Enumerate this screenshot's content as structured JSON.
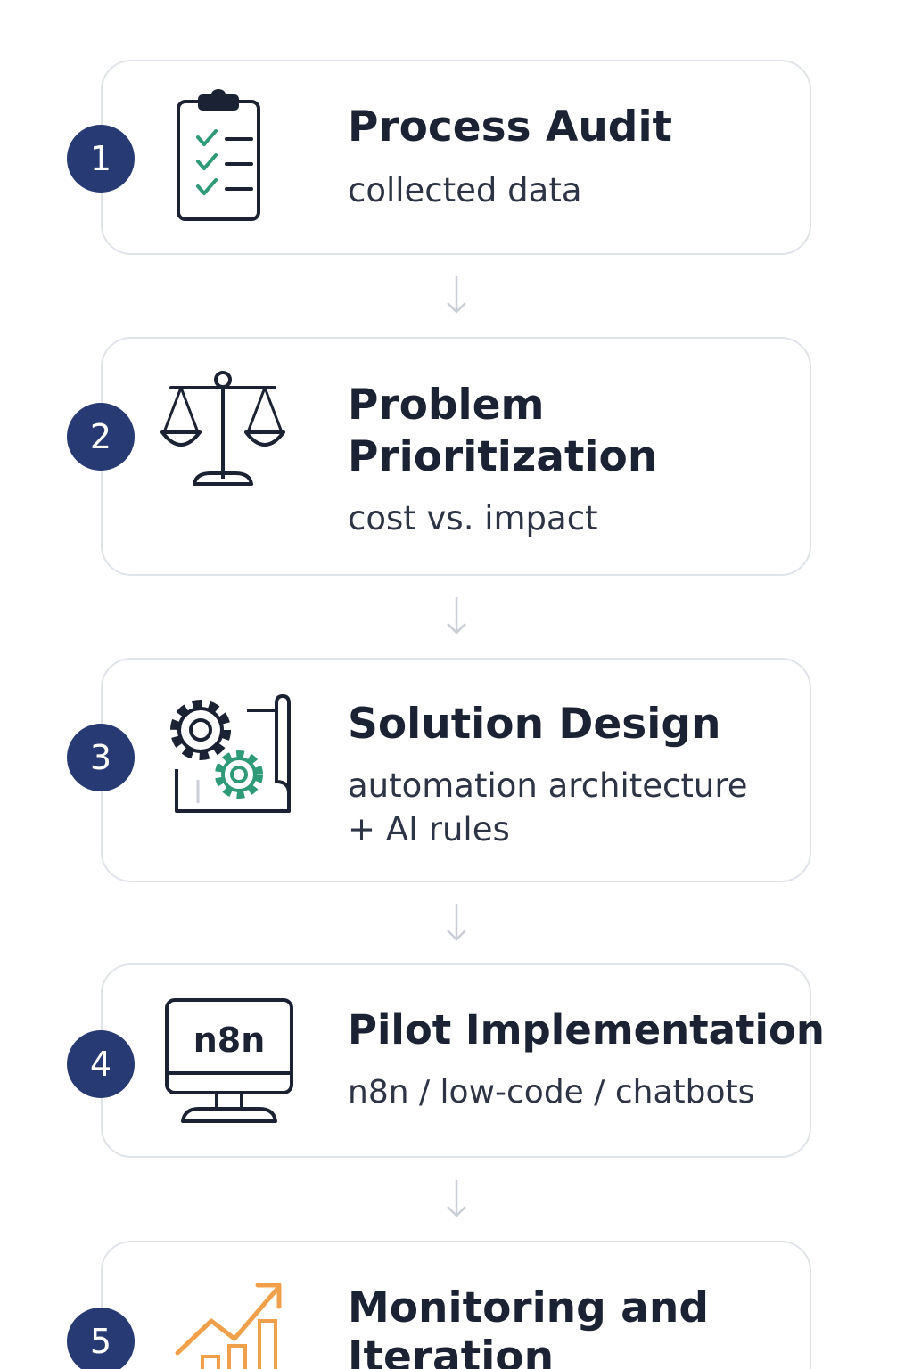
{
  "steps": [
    {
      "number": "1",
      "title_lines": [
        "Process Audit"
      ],
      "subtitle_lines": [
        "collected data"
      ],
      "icon": "clipboard-checklist-icon"
    },
    {
      "number": "2",
      "title_lines": [
        "Problem",
        "Prioritization"
      ],
      "subtitle_lines": [
        "cost vs. impact"
      ],
      "icon": "balance-scale-icon"
    },
    {
      "number": "3",
      "title_lines": [
        "Solution Design"
      ],
      "subtitle_lines": [
        "automation architecture",
        "+ AI rules"
      ],
      "icon": "gears-blueprint-icon"
    },
    {
      "number": "4",
      "title_lines": [
        "Pilot Implementation"
      ],
      "subtitle_lines": [
        "n8n / low-code / chatbots"
      ],
      "icon": "n8n-monitor-icon",
      "icon_text": "n8n"
    },
    {
      "number": "5",
      "title_lines": [
        "Monitoring and",
        "Iteration"
      ],
      "subtitle_lines": [],
      "icon": "growth-chart-icon"
    }
  ],
  "colors": {
    "badge": "#283a73",
    "title": "#1a2233",
    "subtitle": "#2c3446",
    "icon_dark": "#1a2233",
    "icon_green": "#2f9a78",
    "icon_orange": "#f0a04b",
    "border": "#dfe3ea",
    "arrow": "#c9ced8"
  }
}
